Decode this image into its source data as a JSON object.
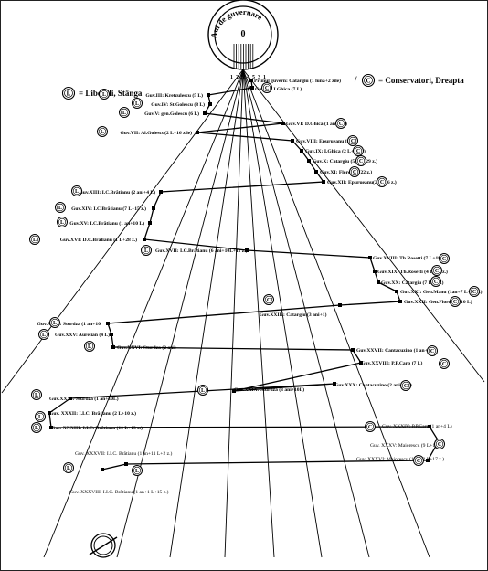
{
  "dial": {
    "ring_text": "Ani de guvernare",
    "center_value": "0",
    "scale_marks": [
      "1",
      "2",
      "3",
      "4",
      "5",
      "3",
      "1"
    ]
  },
  "legend": {
    "left_symbol": "L",
    "left_text": "= Liberali, Stânga",
    "right_symbol": "C",
    "right_text": "= Conservatori, Dreapta",
    "separator": "/"
  },
  "governments": [
    {
      "id": "g1",
      "label": "Primul guvern: Catargiu (1 lună+2 zile)",
      "party": "C",
      "bold": true
    },
    {
      "id": "g2",
      "label": "Guv. II: I.Ghica (7 L)",
      "party": "C",
      "bold": true
    },
    {
      "id": "g3",
      "label": "Guv.III: Kretzulescu (5 L)",
      "party": "L",
      "bold": true
    },
    {
      "id": "g4",
      "label": "Guv.IV: St.Golescu (8 L)",
      "party": "L",
      "bold": true
    },
    {
      "id": "g5",
      "label": "Guv.V: gen.Golescu (6 L)",
      "party": "L",
      "bold": true
    },
    {
      "id": "g6",
      "label": "Guv.VI: D.Ghica (1 an+2 L)",
      "party": "C",
      "bold": true
    },
    {
      "id": "g7",
      "label": "Guv.VII: Al.Golescu(2 L+16 zile)",
      "party": "L",
      "bold": true
    },
    {
      "id": "g8",
      "label": "Guv.VIII: Epurueanu (8 L)",
      "party": "C",
      "bold": true
    },
    {
      "id": "g9",
      "label": "Guv.IX: I.Ghica (2 L+21 z.)",
      "party": "C",
      "bold": true
    },
    {
      "id": "g10",
      "label": "Guv.X: Catargiu (5 ani+29 z.)",
      "party": "C",
      "bold": true
    },
    {
      "id": "g11",
      "label": "Guv.XI: Florescu (22 z.)",
      "party": "C",
      "bold": true
    },
    {
      "id": "g12",
      "label": "Guv.XII: Epurueanu(2 L+26 z.)",
      "party": "C",
      "bold": true
    },
    {
      "id": "g13",
      "label": "Guv.XIII: I.C.Brătianu (2 ani+4 L)",
      "party": "L",
      "bold": true
    },
    {
      "id": "g14",
      "label": "Guv.XIV: I.C.Brătianu (7 L+15 z.)",
      "party": "L",
      "bold": true
    },
    {
      "id": "g15",
      "label": "Guv.XV: I.C.Brătianu (1 an+10 L)",
      "party": "L",
      "bold": true
    },
    {
      "id": "g16",
      "label": "Guv.XVI: D.C.Brătianu (1 L+28 z.)",
      "party": "L",
      "bold": true
    },
    {
      "id": "g17",
      "label": "Guv.XVII: I.C.Brătianu (6 ani+10L+11 z.)",
      "party": "L",
      "bold": true
    },
    {
      "id": "g18",
      "label": "Guv.XVIII: Th.Rosetti (7 L+18 z.)",
      "party": "C",
      "bold": true
    },
    {
      "id": "g19",
      "label": "Guv.XIX: Th.Rosetti (4 L+10 z.)",
      "party": "C",
      "bold": true
    },
    {
      "id": "g20",
      "label": "Guv.XX: Catargiu (7 L+4 z.)",
      "party": "C",
      "bold": true
    },
    {
      "id": "g21",
      "label": "Guv.XXI: Gen.Manu (1an+7 L+10 z.)",
      "party": "C",
      "bold": true
    },
    {
      "id": "g22",
      "label": "Guv.XXII: Gen.Florescu (10 L)",
      "party": "C",
      "bold": true
    },
    {
      "id": "g23",
      "label": "Guv.XXIII: Catargiu (3 ani+1)",
      "party": "C",
      "bold": true
    },
    {
      "id": "g24",
      "label": "Guv.XXIV: Sturdza (1 an+10",
      "party": "L",
      "bold": true
    },
    {
      "id": "g25",
      "label": "Guv.XXV: Aurelian (4 L)",
      "party": "L",
      "bold": true
    },
    {
      "id": "g26",
      "label": "Guv.XXVI: Sturdza (2 ani)",
      "party": "L",
      "bold": true
    },
    {
      "id": "g27",
      "label": "Guv.XXVII: Cantacuzino (1 an+3 L)",
      "party": "C",
      "bold": true
    },
    {
      "id": "g28",
      "label": "Guv.XXVIII: P.P.Carp (7 L)",
      "party": "C",
      "bold": true
    },
    {
      "id": "g29",
      "label": "Guv.XXIX: Sturdza (3 ani+10L)",
      "party": "L",
      "bold": true
    },
    {
      "id": "g30",
      "label": "Guv.XXX: Cantacuzino (2 ani+3 L)",
      "party": "C",
      "bold": true
    },
    {
      "id": "g31",
      "label": "Guv.XXXI: Sturdza (1 an+10L)",
      "party": "L",
      "bold": true
    },
    {
      "id": "g32",
      "label": "Guv. XXXII: I.I.C. Brătianu (2 L+10 z.)",
      "party": "L",
      "bold": true
    },
    {
      "id": "g33",
      "label": "Guv. XXXIII: I.I.C. Brătianu (10 L+13 z.)",
      "party": "L",
      "bold": true
    },
    {
      "id": "g34",
      "label": "Guv. XXXIV: P.P.Carp (1 an+4 L)",
      "party": "C",
      "bold": false
    },
    {
      "id": "g35",
      "label": "Guv. XXXV: Maiorescu (9 L+17 z.)",
      "party": "C",
      "bold": false
    },
    {
      "id": "g36",
      "label": "Guv. XXXVI: Maiorescu (1 an+2 L+17 z.)",
      "party": "C",
      "bold": false
    },
    {
      "id": "g37",
      "label": "Guv. XXXVII: I.I.C. Brătianu (1 an+11 L+2 z.)",
      "party": "L",
      "bold": false
    },
    {
      "id": "g38",
      "label": "Guv. XXXVIII: I.I.C. Brătianu (1 an+1 L+15 z.)",
      "party": "L",
      "bold": false
    }
  ]
}
